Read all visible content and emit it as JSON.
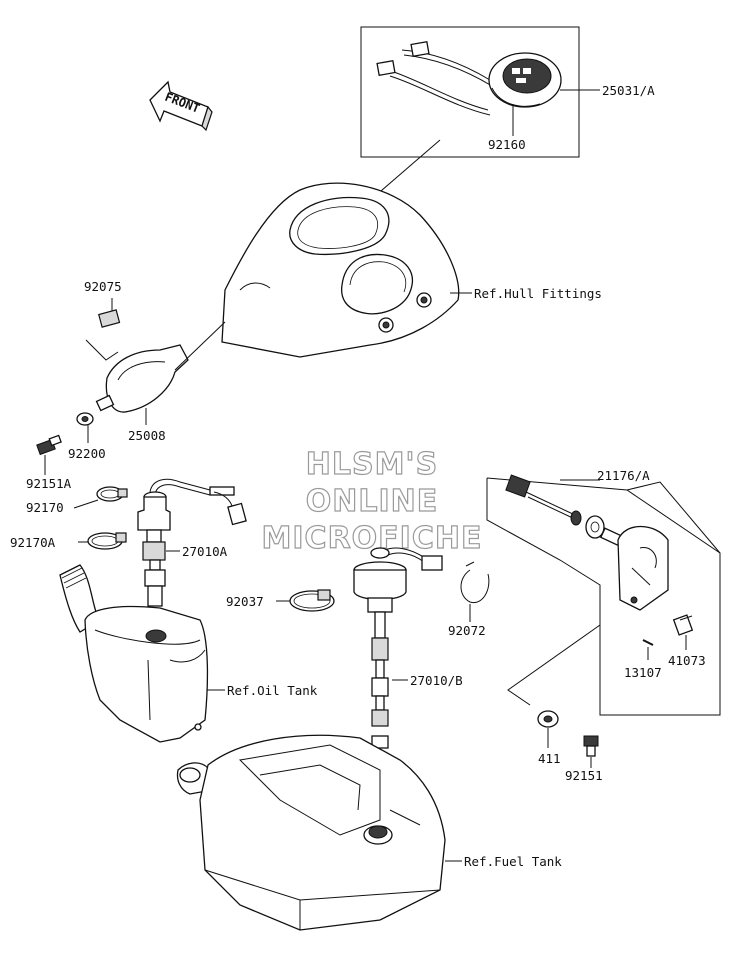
{
  "front_arrow": {
    "label": "FRONT"
  },
  "watermark": {
    "lines": [
      "HLSM'S",
      "ONLINE",
      "MICROFICHE"
    ]
  },
  "labels": {
    "p25031A": "25031/A",
    "p92160": "92160",
    "refHull": "Ref.Hull Fittings",
    "p92075": "92075",
    "p25008": "25008",
    "p92200": "92200",
    "p92151A": "92151A",
    "p92170": "92170",
    "p92170A": "92170A",
    "p27010A": "27010A",
    "p21176A": "21176/A",
    "p92037": "92037",
    "p92072": "92072",
    "p27010B": "27010/B",
    "refOil": "Ref.Oil Tank",
    "p41073": "41073",
    "p13107": "13107",
    "p411": "411",
    "p92151": "92151",
    "refFuel": "Ref.Fuel Tank"
  },
  "colors": {
    "ink": "#111111",
    "watermark": "#9a9a9a",
    "shade": "#d9d9d9"
  }
}
